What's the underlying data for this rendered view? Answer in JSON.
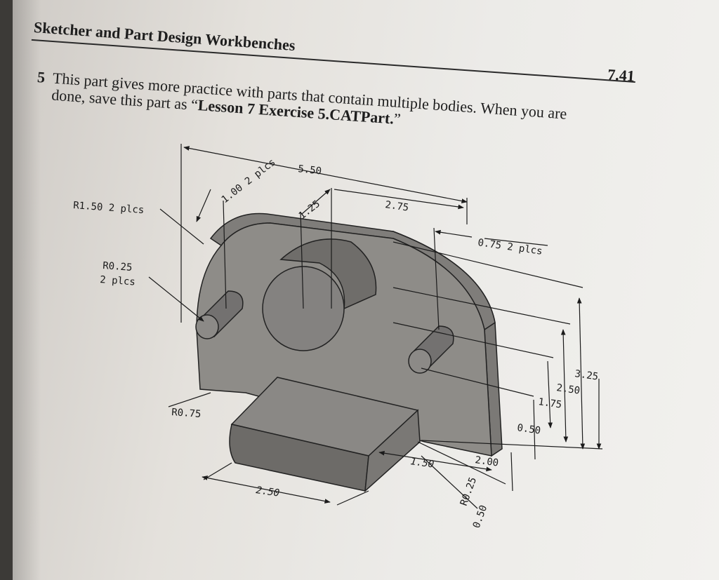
{
  "header": {
    "title": "Sketcher and Part Design Workbenches",
    "page_number": "7.41"
  },
  "exercise": {
    "number": "5",
    "line1": "This part gives more practice with parts that contain multiple bodies. When you are",
    "line2_prefix": "done, save this part as “",
    "part_name": "Lesson 7 Exercise 5.CATPart.",
    "line2_suffix": "”"
  },
  "dimensions": {
    "r150": "R1.50 2 plcs",
    "r025": "R0.25",
    "r025_plcs": "2 plcs",
    "r075": "R0.75",
    "d550": "5.50",
    "d100": "1.00 2 plcs",
    "d125": "1.25",
    "d275": "2.75",
    "d075": "0.75 2 plcs",
    "d325": "3.25",
    "d250v": "2.50",
    "d175": "1.75",
    "d050": "0.50",
    "d150": "1.50",
    "d200": "2.00",
    "d250": "2.50",
    "d025": "R0.25",
    "d050b": "0.50"
  }
}
